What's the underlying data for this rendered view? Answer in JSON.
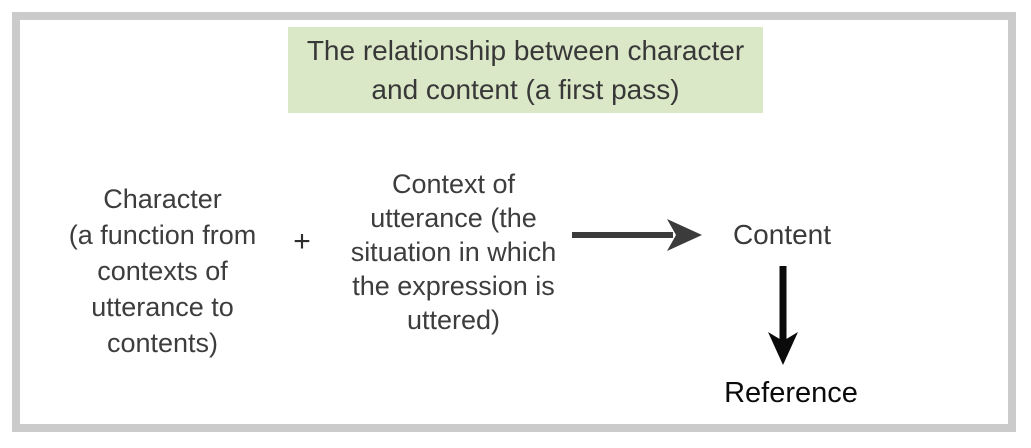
{
  "figure": {
    "title": {
      "lines": [
        "The relationship between character",
        "and content (a first pass)"
      ]
    },
    "character_node": {
      "lines": [
        "Character",
        "(a function from",
        "contexts of",
        "utterance to",
        "contents)"
      ]
    },
    "operator": "+",
    "context_node": {
      "lines": [
        "Context of",
        "utterance (the",
        "situation in which",
        "the expression is",
        "uttered)"
      ]
    },
    "content_label": "Content",
    "reference_label": "Reference",
    "icons": {
      "horizontal_arrow": "right-arrow",
      "vertical_arrow": "down-arrow"
    },
    "colors": {
      "title_background": "#dbe8c7",
      "frame_border": "#cbcbcb",
      "body_text": "#3d3d3d",
      "horizontal_arrow": "#3b3b3b",
      "vertical_arrow": "#0b0b0b",
      "reference_text": "#0b0b0b"
    }
  }
}
